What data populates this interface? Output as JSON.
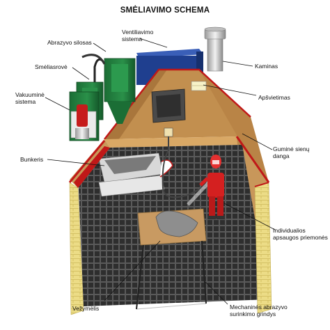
{
  "title": "SMĖLIAVIMO SCHEMA",
  "labels": {
    "abrazyvo_silosas": "Abrazyvo silosas",
    "ventiliavimo_sistema_1": "Ventiliavimo",
    "ventiliavimo_sistema_2": "sistema",
    "smeliasrove": "Smėliasrovė",
    "kaminas": "Kaminas",
    "vakuumine_sistema_1": "Vakuuminė",
    "vakuumine_sistema_2": "sistema",
    "apsvietimas": "Apšvietimas",
    "gumine_sienu_danga_1": "Guminė sienų",
    "gumine_sienu_danga_2": "danga",
    "bunkeris": "Bunkeris",
    "individualios_1": "Individualios",
    "individualios_2": "apsaugos priemonės",
    "vezymelis": "Vežymėlis",
    "mechanines_1": "Mechaninės abrazyvo",
    "mechanines_2": "surinkimo grindys"
  },
  "colors": {
    "wall_brick": "#e8d77a",
    "wall_trim": "#c01818",
    "wood": "#c99a5a",
    "floor_grid": "#3a3a3a",
    "silo_green": "#1f7a3c",
    "vent_blue": "#1f3f8f",
    "chimney": "#d6d6d6",
    "worker_red": "#d42020"
  }
}
